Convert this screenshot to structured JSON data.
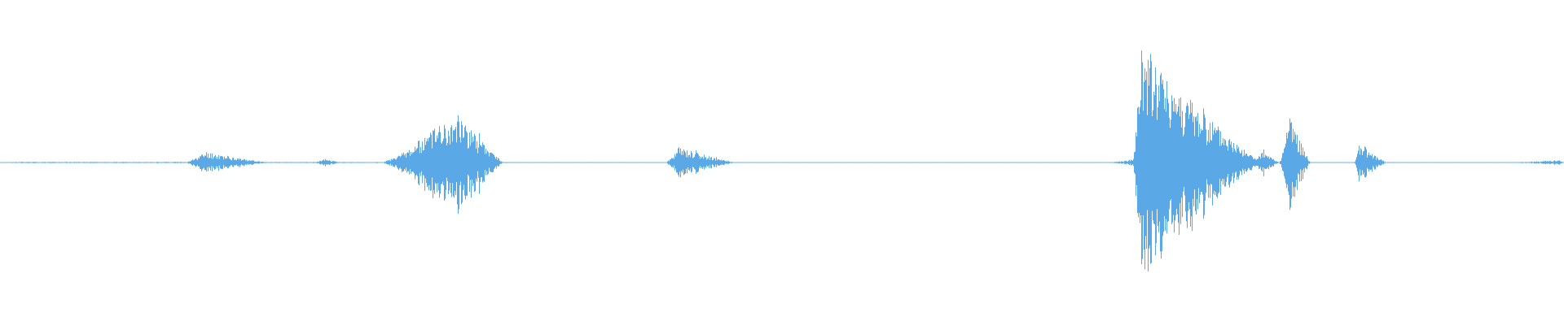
{
  "waveform": {
    "color": "#5aa9e6",
    "background": "#ffffff",
    "segments": [
      {
        "name": "noise-floor",
        "start": 0.0,
        "end": 1.0,
        "peak": 0.004,
        "attack": 0.01,
        "seed": 1
      },
      {
        "name": "burst-1",
        "start": 0.118,
        "end": 0.172,
        "peak": 0.07,
        "attack": 0.25,
        "seed": 11
      },
      {
        "name": "burst-2",
        "start": 0.2,
        "end": 0.218,
        "peak": 0.025,
        "attack": 0.4,
        "seed": 17
      },
      {
        "name": "burst-3",
        "start": 0.243,
        "end": 0.322,
        "peak": 0.34,
        "attack": 0.6,
        "seed": 23
      },
      {
        "name": "burst-4",
        "start": 0.425,
        "end": 0.47,
        "peak": 0.1,
        "attack": 0.2,
        "seed": 31
      },
      {
        "name": "burst-5-lead",
        "start": 0.708,
        "end": 0.726,
        "peak": 0.02,
        "attack": 0.9,
        "seed": 37
      },
      {
        "name": "burst-5",
        "start": 0.724,
        "end": 0.808,
        "peak": 0.74,
        "attack": 0.06,
        "seed": 41
      },
      {
        "name": "burst-5-tail",
        "start": 0.796,
        "end": 0.818,
        "peak": 0.07,
        "attack": 0.5,
        "seed": 43
      },
      {
        "name": "burst-6",
        "start": 0.818,
        "end": 0.838,
        "peak": 0.32,
        "attack": 0.3,
        "seed": 47
      },
      {
        "name": "burst-7",
        "start": 0.866,
        "end": 0.886,
        "peak": 0.13,
        "attack": 0.15,
        "seed": 53
      },
      {
        "name": "burst-8",
        "start": 0.96,
        "end": 1.0,
        "peak": 0.015,
        "attack": 0.95,
        "seed": 59
      }
    ]
  }
}
